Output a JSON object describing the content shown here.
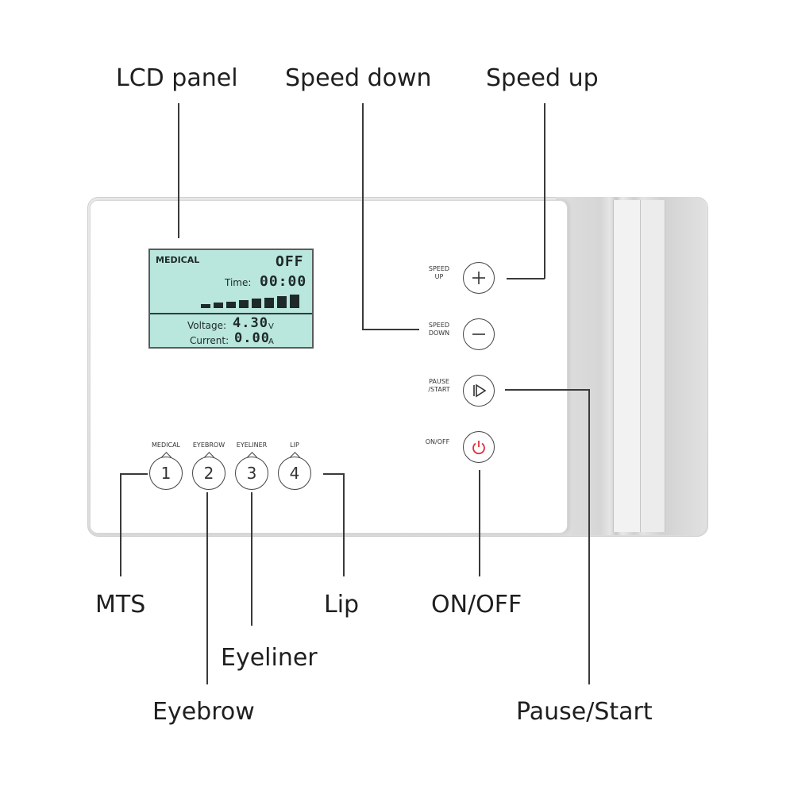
{
  "callouts": {
    "lcd_panel": "LCD panel",
    "speed_down": "Speed down",
    "speed_up": "Speed up",
    "mts": "MTS",
    "lip": "Lip",
    "on_off": "ON/OFF",
    "eyeliner": "Eyeliner",
    "eyebrow": "Eyebrow",
    "pause_start": "Pause/Start"
  },
  "lcd": {
    "mode": "MEDICAL",
    "state": "OFF",
    "time_label": "Time:",
    "time_value": "00:00",
    "voltage_label": "Voltage:",
    "voltage_value": "4.30",
    "voltage_unit": "V",
    "current_label": "Current:",
    "current_value": "0.00",
    "current_unit": "A",
    "level_bars": 8,
    "bg_color": "#b9e6dd"
  },
  "controls": {
    "speed_up_line1": "SPEED",
    "speed_up_line2": "UP",
    "speed_down_line1": "SPEED",
    "speed_down_line2": "DOWN",
    "pause_line1": "PAUSE",
    "pause_line2": "/START",
    "onoff_label": "ON/OFF",
    "plus_icon": "plus-icon",
    "minus_icon": "minus-icon",
    "play_icon": "play-icon",
    "power_icon": "power-icon",
    "power_color": "#e0303a"
  },
  "modes": [
    {
      "label": "MEDICAL",
      "number": "1"
    },
    {
      "label": "EYEBROW",
      "number": "2"
    },
    {
      "label": "EYELINER",
      "number": "3"
    },
    {
      "label": "LIP",
      "number": "4"
    }
  ]
}
